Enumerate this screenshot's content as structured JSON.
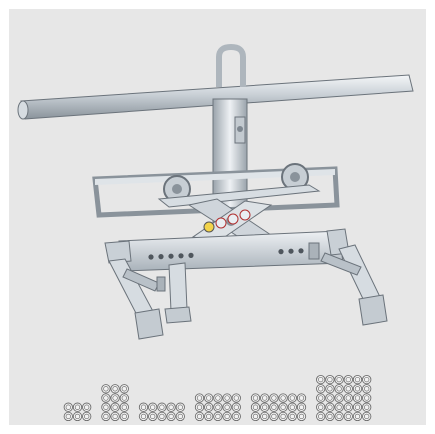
{
  "photo": {
    "subject_icon": "pipe-lifting-beam-icon",
    "colors": {
      "background": "#e7e7e7",
      "metal_light": "#e4e8ec",
      "metal_mid": "#b9c1c8",
      "metal_dark": "#7e8790",
      "outline": "#6b737b"
    }
  },
  "bundles": {
    "icon": "pipe-bundle-icon",
    "configurations": [
      {
        "cols": 3,
        "rows": 2
      },
      {
        "cols": 3,
        "rows": 4
      },
      {
        "cols": 5,
        "rows": 2
      },
      {
        "cols": 5,
        "rows": 3
      },
      {
        "cols": 6,
        "rows": 3
      },
      {
        "cols": 6,
        "rows": 5
      }
    ],
    "colors": {
      "stroke": "#6f6f6f",
      "fill": "#f2f2f2"
    }
  }
}
